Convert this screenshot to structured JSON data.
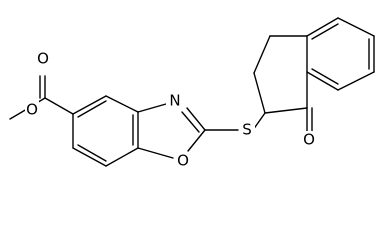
{
  "molecule": {
    "atoms": {
      "ester_o_methoxy": "O",
      "ester_o_carbonyl": "O",
      "oxazole_n": "N",
      "oxazole_o": "O",
      "thioether_s": "S",
      "ketone_o": "O"
    }
  }
}
